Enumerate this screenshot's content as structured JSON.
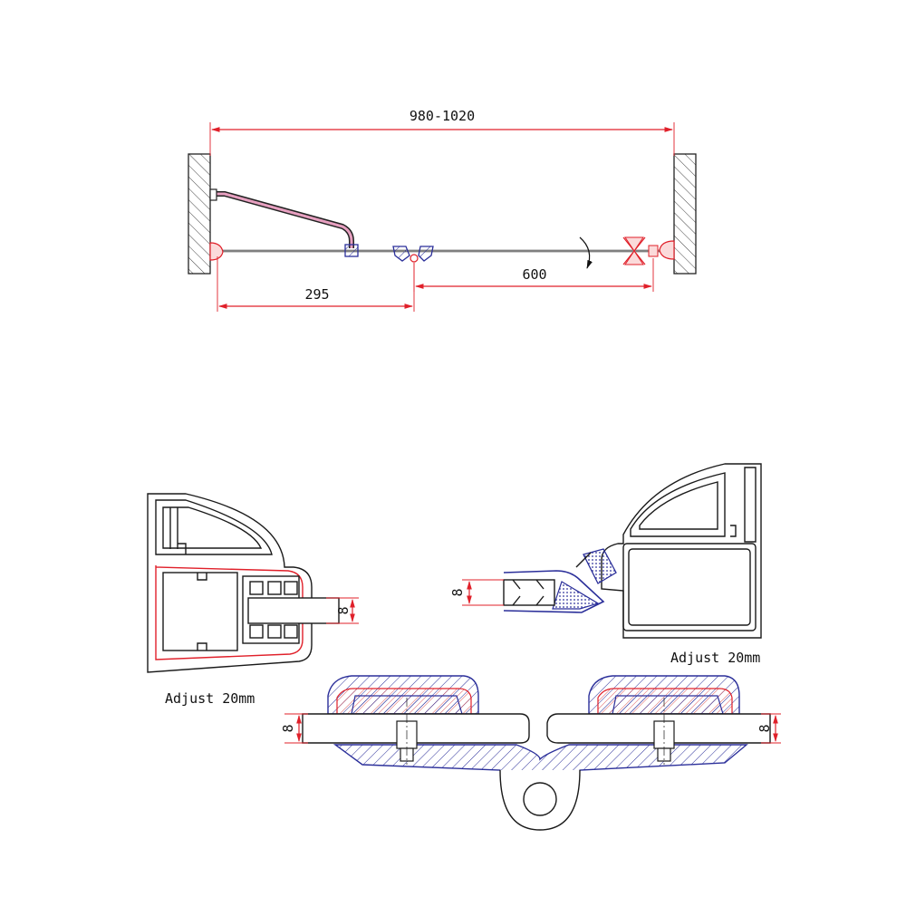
{
  "plan_view": {
    "overall_width": "980-1020",
    "fixed_panel": "295",
    "door_width": "600"
  },
  "details": {
    "wall_profile_adjust": "Adjust 20mm",
    "magnet_profile_adjust": "Adjust 20mm",
    "glass_thickness_left": "8",
    "glass_thickness_magnet": "8",
    "glass_thickness_hinge_left": "8",
    "glass_thickness_hinge_right": "8"
  },
  "colors": {
    "dimension": "#e0202a",
    "outline": "#1a1a1a",
    "hatch_blue": "#2b2f9a"
  }
}
